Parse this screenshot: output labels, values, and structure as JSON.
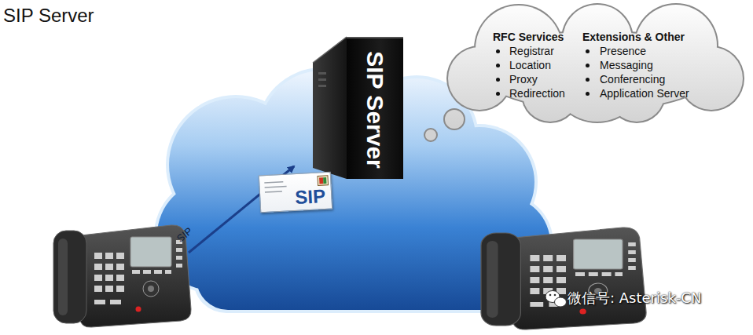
{
  "diagram": {
    "title": "SIP Server",
    "nodes": [
      {
        "text": [
          "RFC Services",
          "Registrar",
          "Location",
          "Proxy",
          "Redirection",
          "Extensions & Other",
          "Presence",
          "Messaging",
          "Conferencing",
          "Application Server"
        ]
      },
      {
        "text": [
          "SIP Server"
        ]
      },
      {
        "text": [
          "SIP"
        ]
      }
    ],
    "labels": [
      "SIP",
      "微信号: Asterisk-CN"
    ]
  }
}
